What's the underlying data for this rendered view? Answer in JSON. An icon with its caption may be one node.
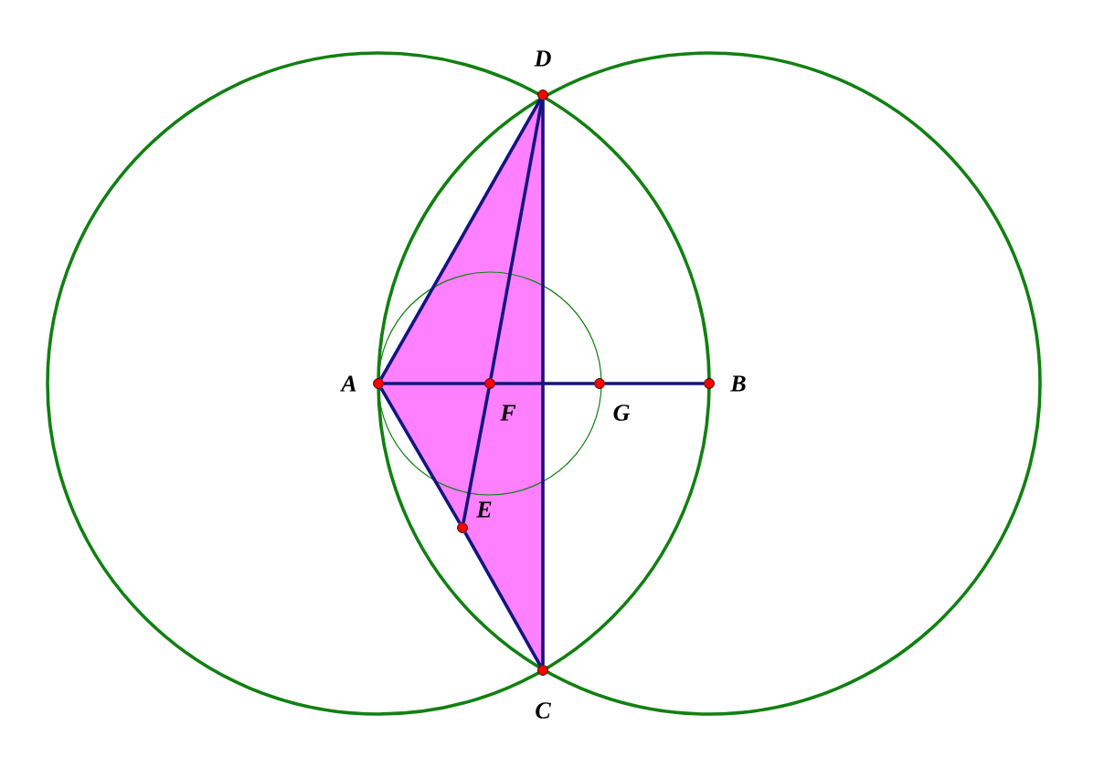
{
  "diagram": {
    "nodes": [
      {
        "text": [
          "A"
        ]
      },
      {
        "text": [
          "B"
        ]
      },
      {
        "text": [
          "C"
        ]
      },
      {
        "text": [
          "D"
        ]
      },
      {
        "text": [
          "E"
        ]
      },
      {
        "text": [
          "F"
        ]
      },
      {
        "text": [
          "G"
        ]
      }
    ],
    "edges": [
      {
        "from": 0,
        "to": 3,
        "arrow": "none"
      },
      {
        "from": 3,
        "to": 2,
        "arrow": "none"
      },
      {
        "from": 0,
        "to": 4,
        "arrow": "none"
      },
      {
        "from": 4,
        "to": 2,
        "arrow": "none"
      },
      {
        "from": 0,
        "to": 5,
        "arrow": "none"
      },
      {
        "from": 5,
        "to": 6,
        "arrow": "none"
      },
      {
        "from": 6,
        "to": 1,
        "arrow": "none"
      },
      {
        "from": 3,
        "to": 5,
        "arrow": "none"
      },
      {
        "from": 5,
        "to": 4,
        "arrow": "none"
      }
    ]
  }
}
